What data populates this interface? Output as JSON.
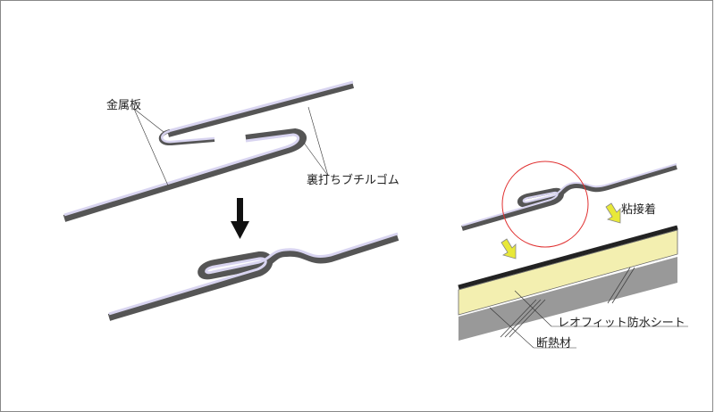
{
  "labels": {
    "metal_plate": "金属板",
    "butyl_rubber": "裏打ちブチルゴム",
    "adhesive": "粘接着",
    "waterproof_sheet": "レオフィット防水シート",
    "insulation": "断熱材"
  },
  "colors": {
    "plate_core": "#555555",
    "plate_face": "#d8d4f0",
    "insulation": "#f3efb0",
    "substrate": "#999999",
    "sheet": "#222222",
    "arrow_yellow": "#e8e838",
    "highlight_circle": "#e03030",
    "frame": "#888888"
  }
}
